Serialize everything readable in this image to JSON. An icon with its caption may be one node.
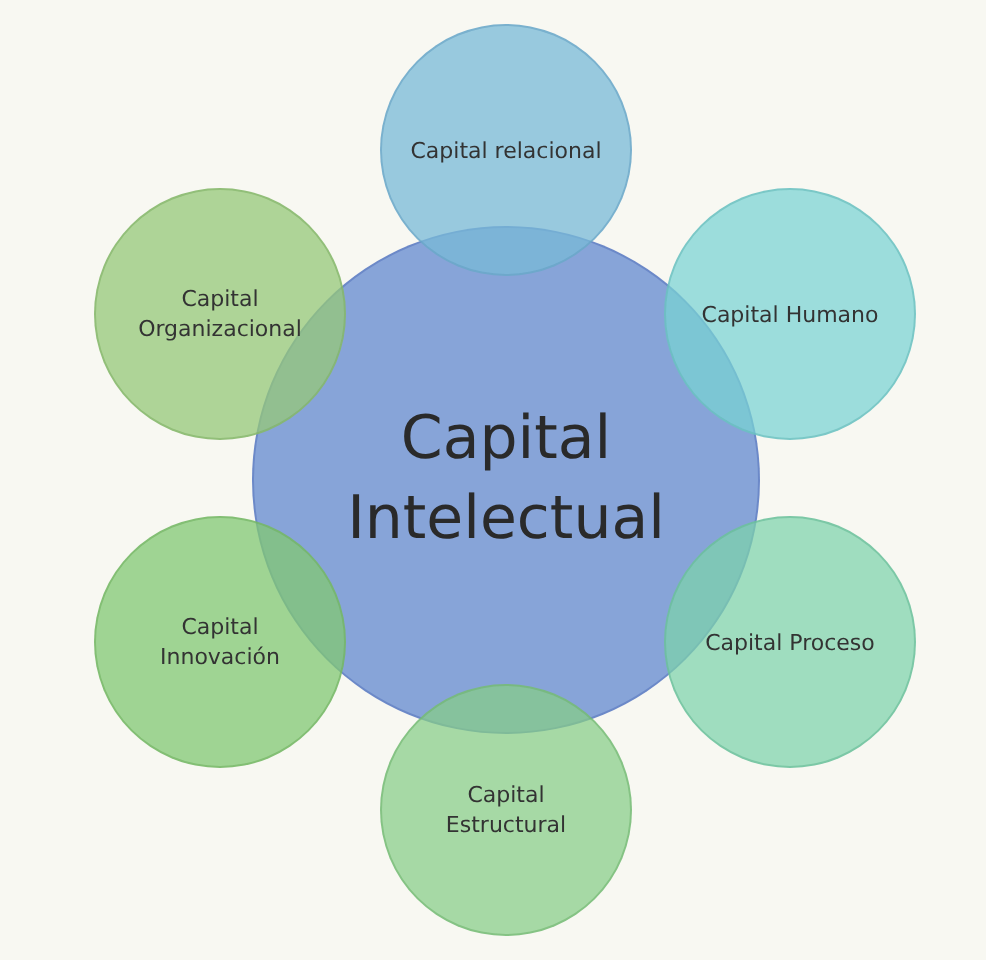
{
  "diagram": {
    "nodes": [
      {
        "text": [
          "Capital Intelectual"
        ]
      },
      {
        "text": [
          "Capital relacional"
        ]
      },
      {
        "text": [
          "Capital Humano"
        ]
      },
      {
        "text": [
          "Capital Proceso"
        ]
      },
      {
        "text": [
          "Capital Estructural"
        ]
      },
      {
        "text": [
          "Capital Innovación"
        ]
      },
      {
        "text": [
          "Capital Organizacional"
        ]
      }
    ],
    "edges": []
  }
}
